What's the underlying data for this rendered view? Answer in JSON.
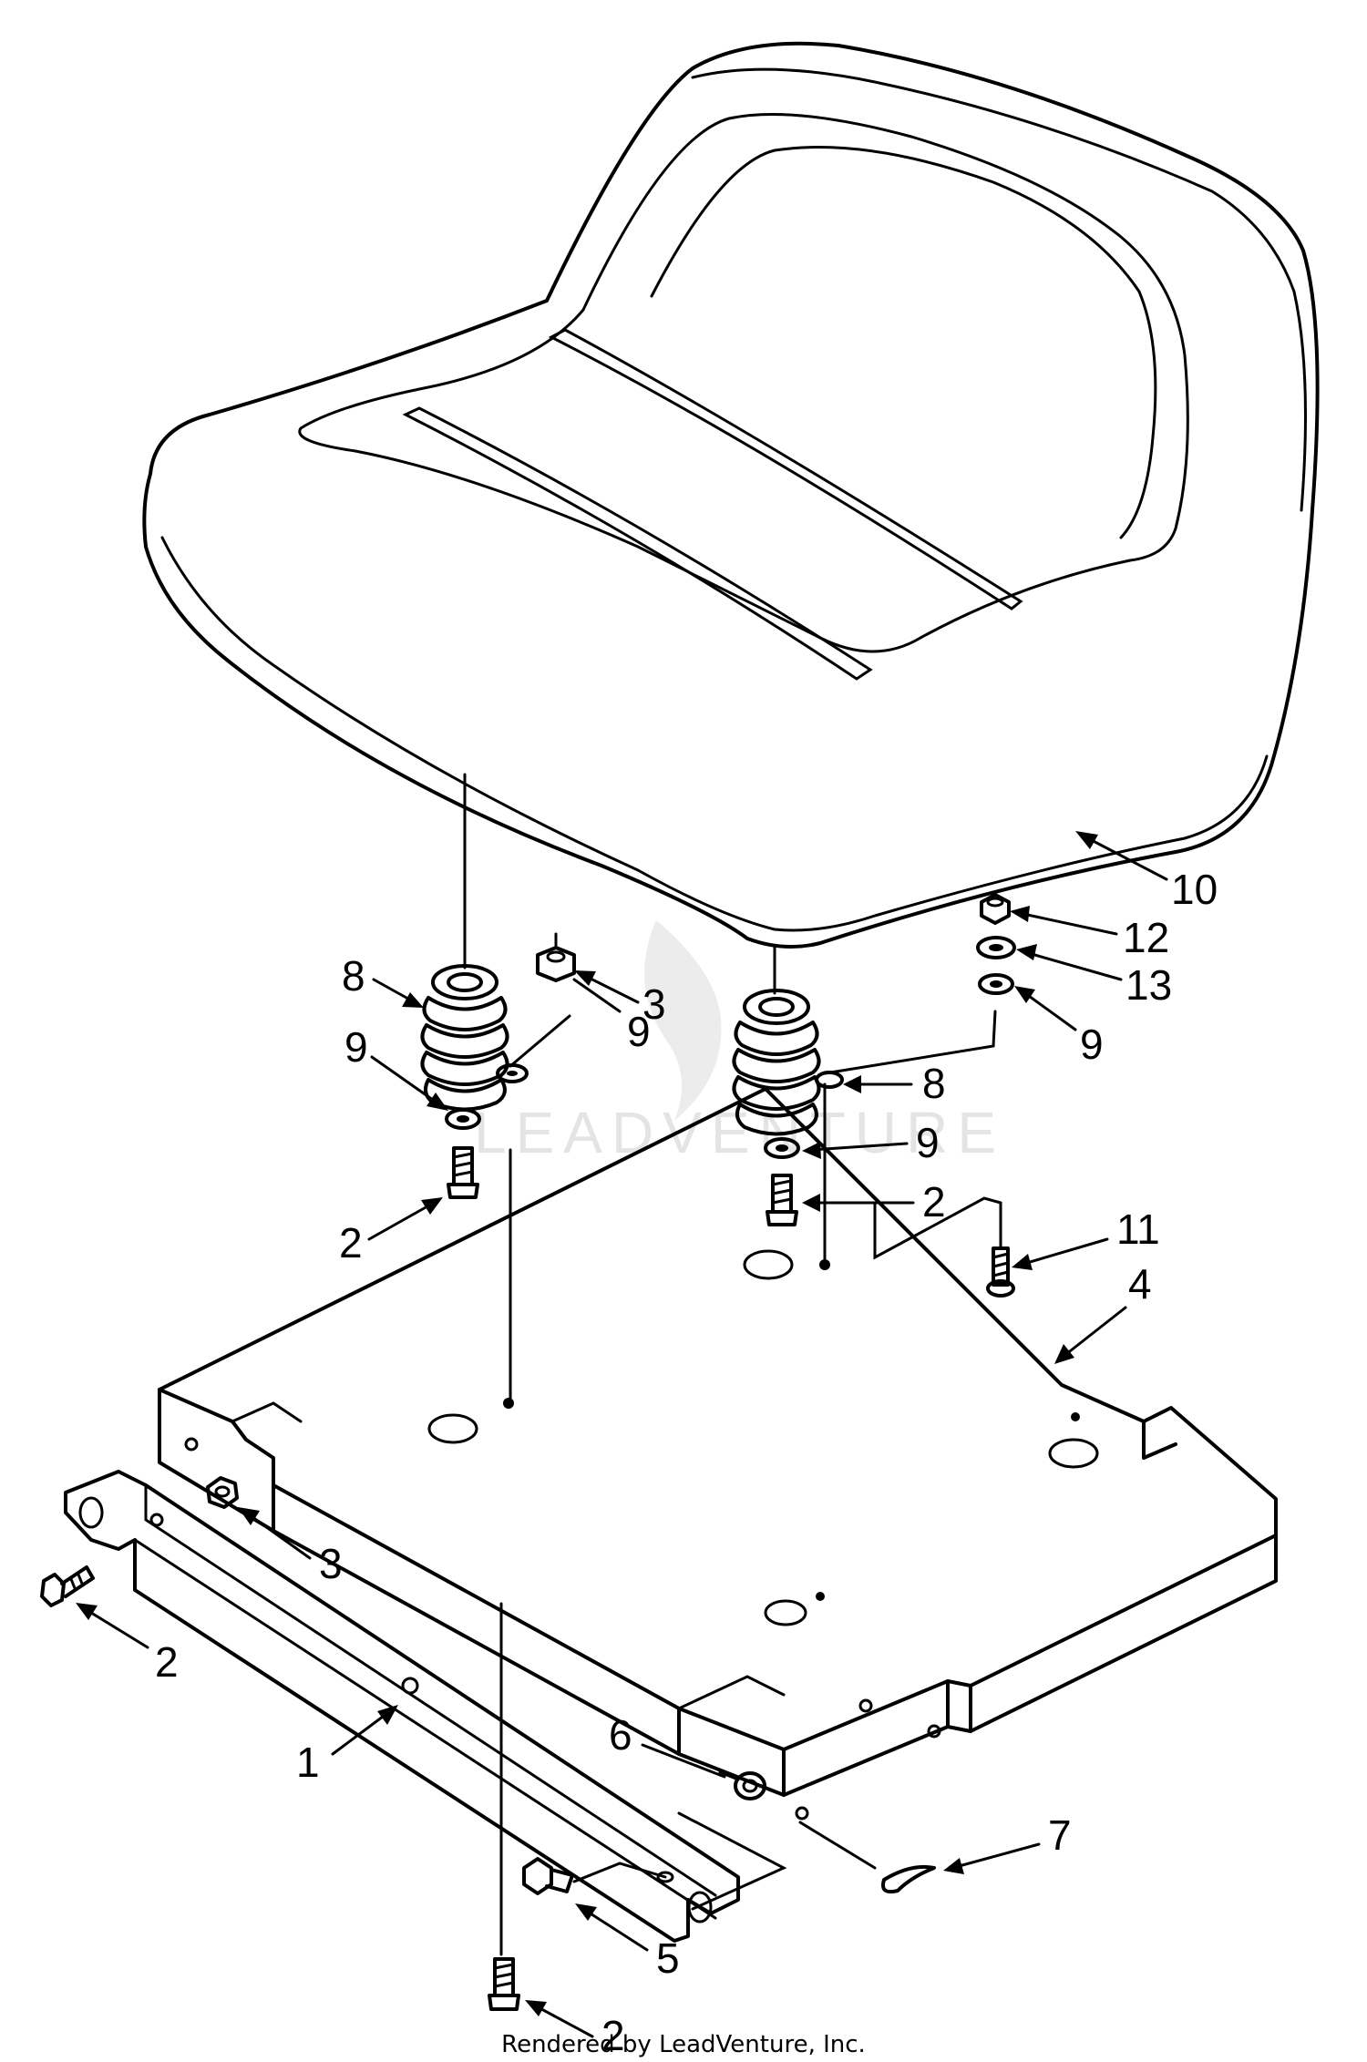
{
  "callouts": {
    "seat": "10",
    "nut_top": "12",
    "lock_washer": "13",
    "washer_right": "9",
    "spring_left": "8",
    "washer_left": "9",
    "nut_center": "3",
    "washer_center": "9",
    "spring_right": "8",
    "washer_right_low": "9",
    "bolt_left": "2",
    "bolt_center": "2",
    "bolt_right": "11",
    "seat_pan": "4",
    "nut_bracket": "3",
    "bolt_bracket": "2",
    "bracket_bar": "1",
    "pin": "6",
    "clip": "7",
    "shoulder_bolt": "5",
    "bolt_bottom": "2"
  },
  "watermark": {
    "text": "LEADVENTURE"
  },
  "footer": {
    "credit": "Rendered by LeadVenture, Inc."
  }
}
